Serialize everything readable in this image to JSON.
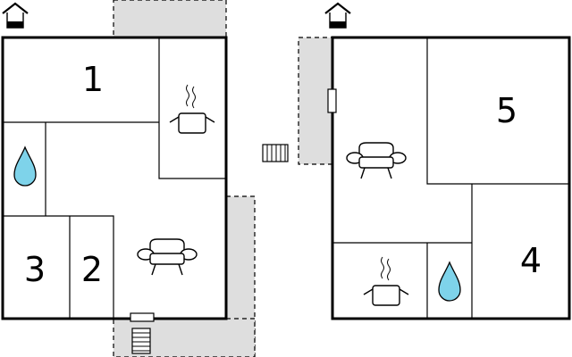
{
  "rooms": {
    "r1": "1",
    "r2": "2",
    "r3": "3",
    "r4": "4",
    "r5": "5"
  },
  "colors": {
    "wall": "#000000",
    "terrace": "#dedede",
    "water_drop": "#7ed3ea",
    "background": "#ffffff"
  },
  "icons": [
    "house-icon",
    "kitchen-pot-icon",
    "bathroom-drop-icon",
    "sofa-icon",
    "radiator-icon",
    "stairs-icon"
  ]
}
